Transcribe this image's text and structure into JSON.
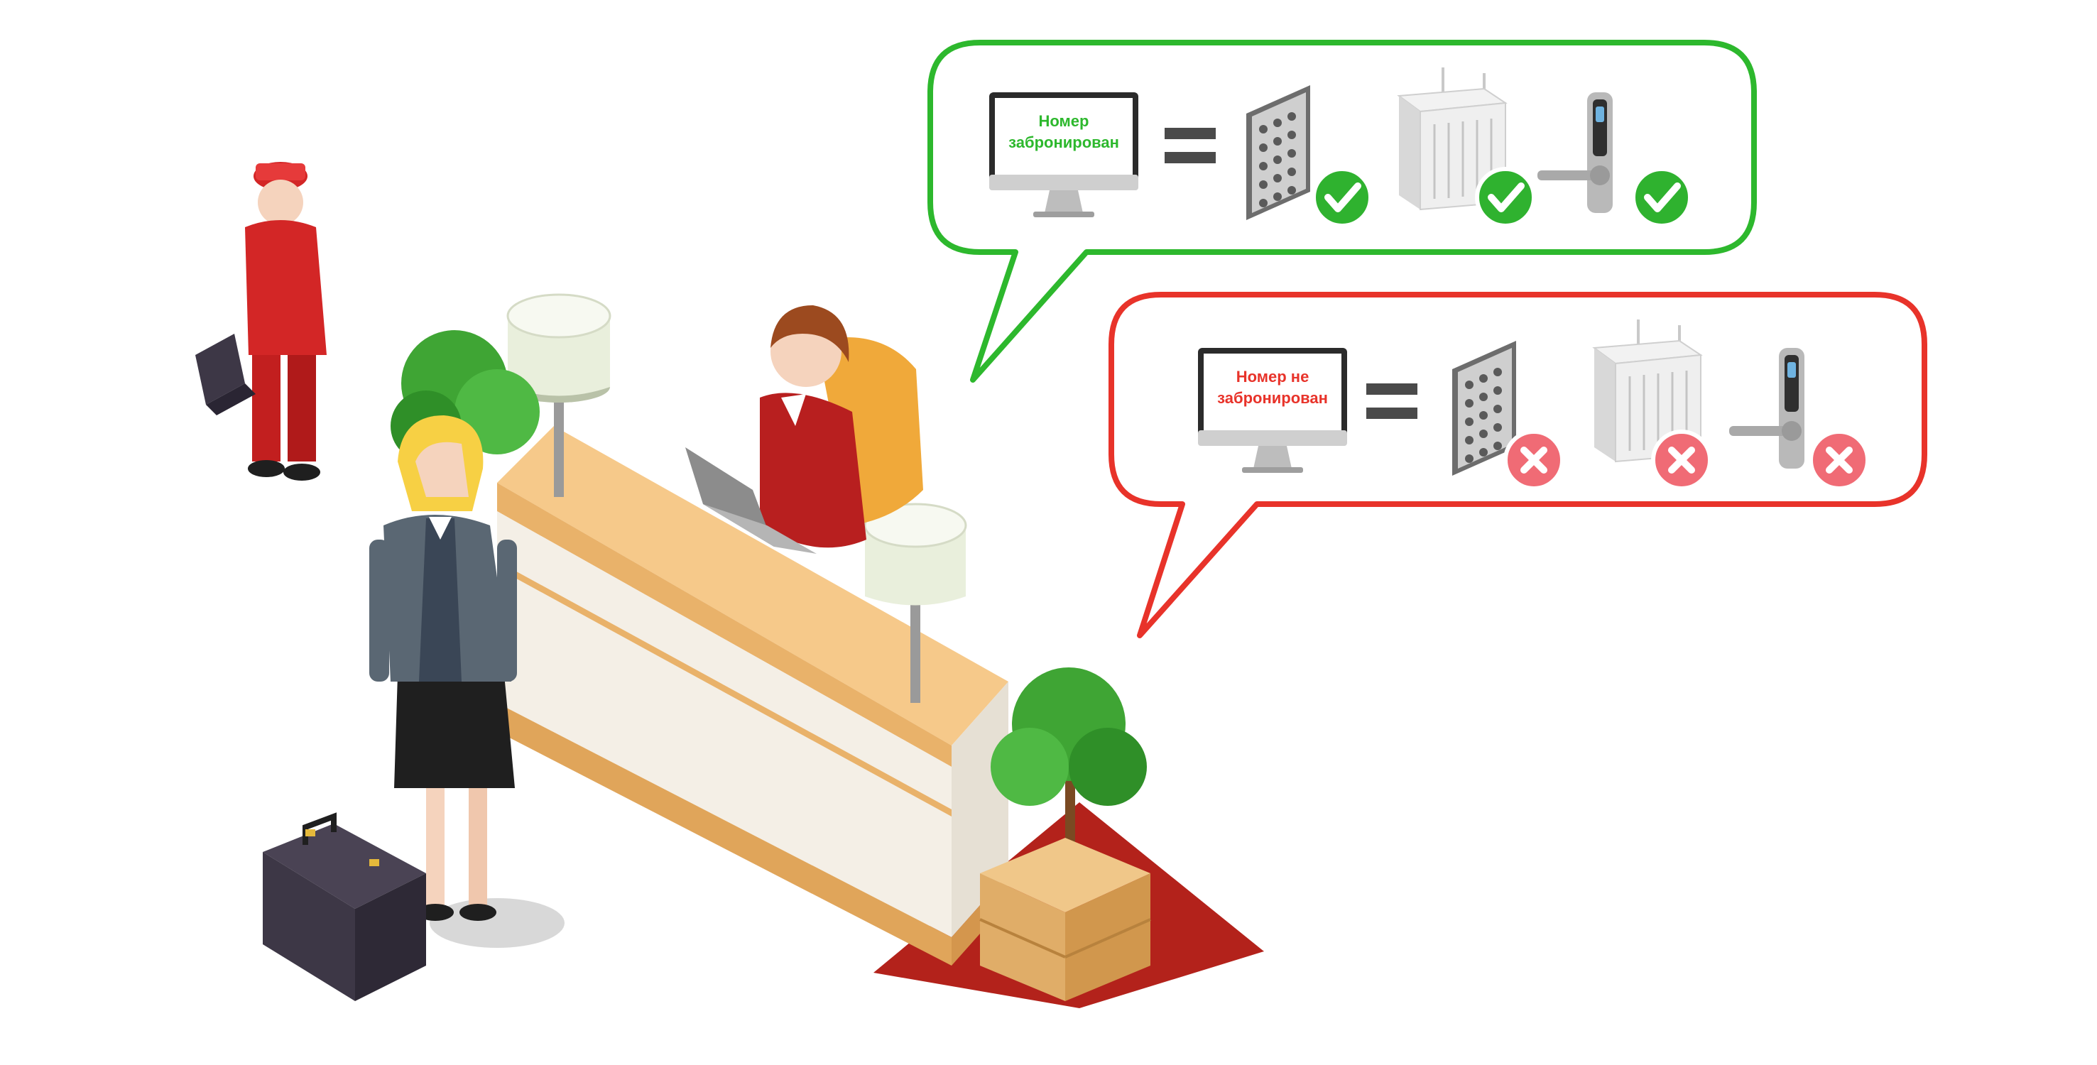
{
  "bubbles": {
    "booked": {
      "text_line1": "Номер",
      "text_line2": "забронирован",
      "color": "#2db82d",
      "status_icon": "check-icon"
    },
    "not_booked": {
      "text_line1": "Номер не",
      "text_line2": "забронирован",
      "color": "#e8332a",
      "status_icon": "cross-icon"
    }
  },
  "devices": [
    "keypad-icon",
    "power-unit-icon",
    "door-lock-icon"
  ],
  "colors": {
    "desk_top": "#f6c98a",
    "desk_front": "#f4efe6",
    "carpet": "#b3221b",
    "bellhop_uniform": "#d32626",
    "receptionist_uniform": "#b81f1f",
    "plant": "#3fa534",
    "suitcase": "#3d3746"
  }
}
